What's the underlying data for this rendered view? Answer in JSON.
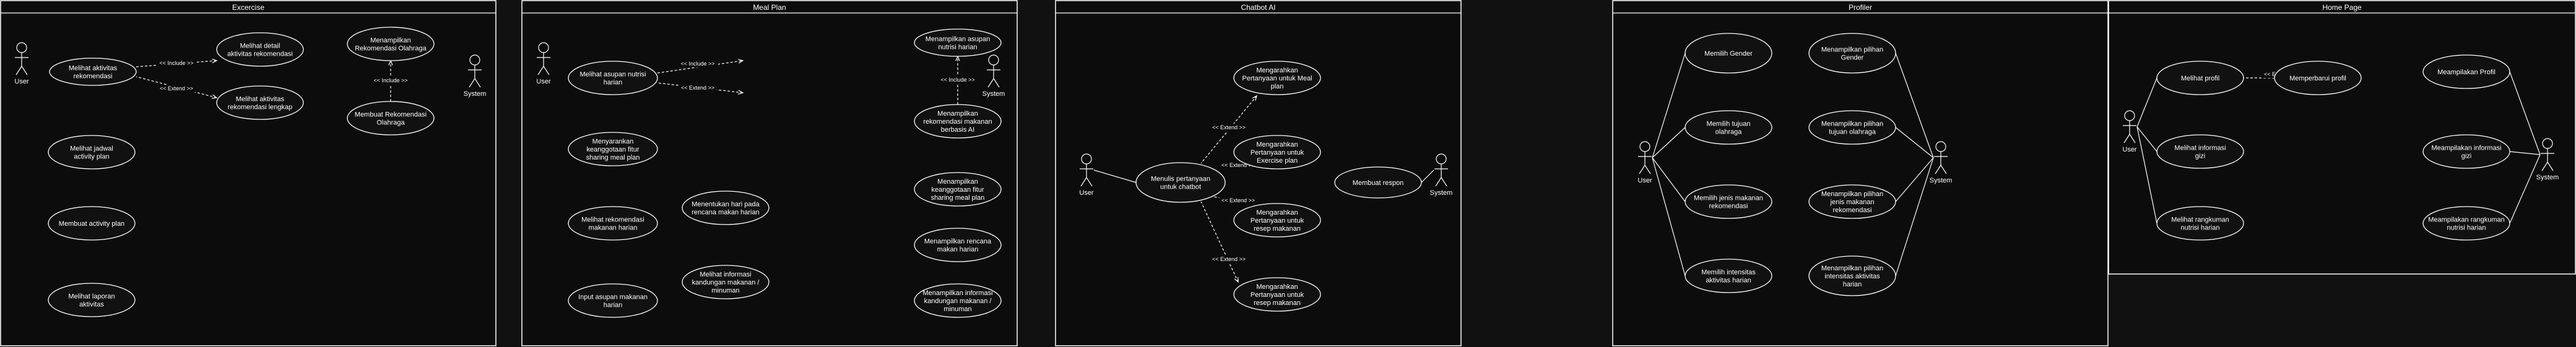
{
  "panels": [
    {
      "id": "exercise",
      "title": "Excercise",
      "actors": [
        "User",
        "System"
      ],
      "usecases": [
        "Melihat aktivitas rekomendasi",
        "Melihat detail aktivitas rekomendasi",
        "Melihat aktivitas rekomendasi lengkap",
        "Menampilkan Rekomendasi Olahraga",
        "Membuat Rekomendasi Olahraga",
        "Melihat jadwal activity plan",
        "Membuat activity plan",
        "Melihat laporan aktivitas"
      ],
      "relations": [
        "<< Include >>",
        "<< Extend >>",
        "<< Include >>"
      ]
    },
    {
      "id": "mealplan",
      "title": "Meal Plan",
      "actors": [
        "User",
        "System"
      ],
      "usecases": [
        "Melihat asupan nutrisi harian",
        "Menampilkan asupan nutrisi harian",
        "Menampilkan rekomendasi makanan berbasis AI",
        "Menyarankan keanggotaan fitur sharing meal plan",
        "Menampilkan keanggotaan fitur sharing meal plan",
        "Melihat rekomendasi makanan harian",
        "Menentukan hari pada rencana makan harian",
        "Menampilkan rencana makan harian",
        "Input asupan makanan harian",
        "Melihat informasi kandungan makanan / minuman",
        "Menampilkan informasi kandungan makanan / minuman"
      ],
      "relations": [
        "<< Include >>",
        "<< Extend >>",
        "<< Include >>"
      ]
    },
    {
      "id": "chatbot",
      "title": "Chatbot AI",
      "actors": [
        "User",
        "System"
      ],
      "usecases": [
        "Menulis pertanyaan untuk chatbot",
        "Membuat respon",
        "Mengarahkan Pertanyaan untuk Meal plan",
        "Mengarahkan Pertanyaan untuk Exercise plan",
        "Mengarahkan Pertanyaan untuk resep makanan",
        "Mengarahkan Pertanyaan untuk resep makanan"
      ],
      "relations": [
        "<< Extend >>",
        "<< Extend >>",
        "<< Extend >>",
        "<< Extend >>"
      ]
    },
    {
      "id": "profiler",
      "title": "Profiler",
      "actors": [
        "User",
        "System"
      ],
      "usecases": [
        "Memilih Gender",
        "Memilih tujuan olahraga",
        "Memilih jenis makanan rekomendasi",
        "Memilih intensitas aktivitas harian",
        "Menampilkan pilihan Gender",
        "Menampilkan pilihan tujuan olahraga",
        "Menampilkan pilihan jenis makanan rekomendasi",
        "Menampilkan pilihan intensitas aktivitas harian"
      ],
      "relations": []
    },
    {
      "id": "homepage",
      "title": "Home Page",
      "actors": [
        "User",
        "System"
      ],
      "usecases": [
        "Melihat profil",
        "Memperbarui profil",
        "Melihat informasi gizi",
        "Melihat rangkuman nutrisi harian",
        "Meampilakan Profil",
        "Meampilakan informasi gizi",
        "Meampilakan rangkuman nutrisi harian"
      ],
      "relations": [
        "<< Extend >>"
      ]
    }
  ]
}
